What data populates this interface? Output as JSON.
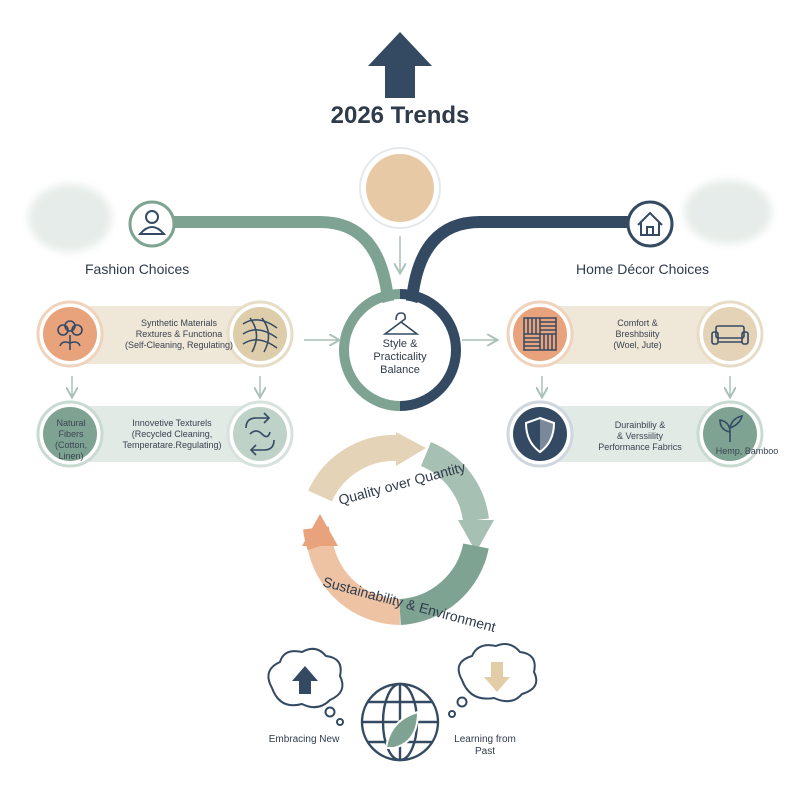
{
  "title": "2026 Trends",
  "left": {
    "heading": "Fashion Choices",
    "synthetic": "Synthetic Materials\nRextures & Functiona\n(Self-Cleaning, Regulating)",
    "natural": "Natural\nFibers\n(Cotton, Linen)",
    "innovative": "Innovetive Texturels\n(Recycled Cleaning,\nTemperatare.Regulating)"
  },
  "center": {
    "label": "Style &\nPracticality\nBalance"
  },
  "right": {
    "heading": "Home Décor Choices",
    "comfort": "Comfort &\nBreshbsiity\n(Woel, Jute)",
    "durability": "Durainbiliy &\n& Verssiility\nPerformance Fabrics",
    "hemp": "Hemp, Bamboo"
  },
  "cycle": {
    "top": "Quality over Quantity",
    "bottom": "Sustainability & Environment"
  },
  "bottom": {
    "new": "Embracing New",
    "past": "Learning from\nPast"
  },
  "colors": {
    "navy": "#344a63",
    "sage": "#7fa393",
    "peach": "#e8a37c",
    "beige": "#e4d3b6",
    "sand": "#e7c9a6"
  },
  "icons": [
    "up-arrow-icon",
    "person-icon",
    "house-icon",
    "hanger-icon",
    "cotton-flower-icon",
    "weave-icon",
    "basket-weave-icon",
    "sofa-icon",
    "shield-icon",
    "recycle-icon",
    "sprout-icon",
    "globe-leaf-icon",
    "thought-up-arrow-icon",
    "thought-down-arrow-icon"
  ]
}
